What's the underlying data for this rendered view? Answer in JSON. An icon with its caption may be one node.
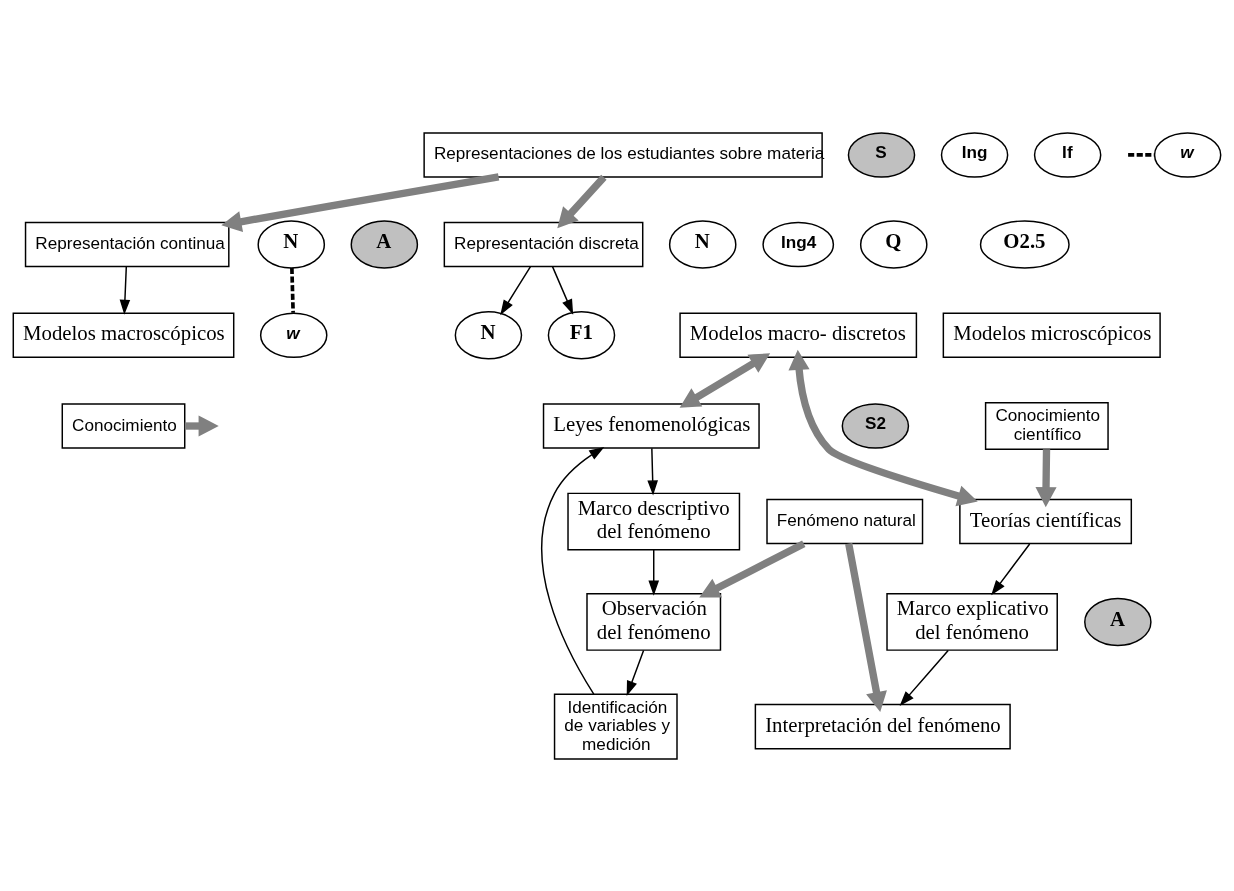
{
  "diagram": {
    "nodes": [
      {
        "text": [
          "Representaciones de los estudiantes sobre materia"
        ]
      },
      {
        "text": [
          "S"
        ]
      },
      {
        "text": [
          "Ing"
        ]
      },
      {
        "text": [
          "If"
        ]
      },
      {
        "text": [
          "Representación continua"
        ]
      },
      {
        "text": [
          "N"
        ]
      },
      {
        "text": [
          "A"
        ]
      },
      {
        "text": [
          "w"
        ]
      },
      {
        "text": [
          "Representación discreta"
        ]
      },
      {
        "text": [
          "N"
        ]
      },
      {
        "text": [
          "Ing4"
        ]
      },
      {
        "text": [
          "N"
        ]
      },
      {
        "text": [
          "Q"
        ]
      },
      {
        "text": [
          "F1"
        ]
      },
      {
        "text": [
          "O2.5"
        ]
      },
      {
        "text": [
          "Modelos macroscópicos"
        ]
      },
      {
        "text": [
          "Modelos macro- discretos"
        ]
      },
      {
        "text": [
          "Modelos microscópicos"
        ]
      },
      {
        "text": [
          "Conocimiento"
        ]
      },
      {
        "text": [
          "Conocimiento científico"
        ]
      },
      {
        "text": [
          "Leyes fenomenológicas"
        ]
      },
      {
        "text": [
          "Teorías científicas"
        ]
      },
      {
        "text": [
          "S2"
        ]
      },
      {
        "text": [
          "w"
        ]
      },
      {
        "text": [
          "A"
        ]
      },
      {
        "text": [
          "Marco descriptivo del fenómeno"
        ]
      },
      {
        "text": [
          "Marco explicativo del fenómeno"
        ]
      },
      {
        "text": [
          "Identificación de variables y medición"
        ]
      },
      {
        "text": [
          "Observación del fenómeno"
        ]
      },
      {
        "text": [
          "Interpretación del fenómeno"
        ]
      },
      {
        "text": [
          "Fenómeno natural"
        ]
      }
    ],
    "edges": [
      {
        "from": 0,
        "to": 4,
        "arrow": "to",
        "style": "thick",
        "color": "#808080"
      },
      {
        "from": 0,
        "to": 8,
        "arrow": "to",
        "style": "thick",
        "color": "#808080"
      },
      {
        "from": 4,
        "to": 15,
        "arrow": "to"
      },
      {
        "from": 8,
        "to": 11,
        "arrow": "to"
      },
      {
        "from": 8,
        "to": 13,
        "arrow": "to"
      },
      {
        "from": 5,
        "to": 7,
        "arrow": "none",
        "style": "dashed"
      },
      {
        "from": null,
        "to": 23,
        "arrow": "none",
        "style": "dashed"
      },
      {
        "from": 18,
        "to": null,
        "arrow": "to",
        "style": "thick",
        "color": "#808080"
      },
      {
        "from": 16,
        "to": 20,
        "arrow": "both",
        "style": "thick",
        "color": "#808080"
      },
      {
        "from": 16,
        "to": 21,
        "arrow": "both",
        "style": "thick",
        "color": "#808080"
      },
      {
        "from": 19,
        "to": 21,
        "arrow": "to",
        "style": "thick",
        "color": "#808080"
      },
      {
        "from": 20,
        "to": 25,
        "arrow": "to"
      },
      {
        "from": 21,
        "to": 26,
        "arrow": "to"
      },
      {
        "from": 25,
        "to": 28,
        "arrow": "to"
      },
      {
        "from": 26,
        "to": 29,
        "arrow": "to"
      },
      {
        "from": 28,
        "to": 27,
        "arrow": "to"
      },
      {
        "from": 27,
        "to": 20,
        "arrow": "to"
      },
      {
        "from": 30,
        "to": 28,
        "arrow": "to",
        "style": "thick",
        "color": "#808080"
      },
      {
        "from": 30,
        "to": 29,
        "arrow": "to",
        "style": "thick",
        "color": "#808080"
      }
    ]
  }
}
